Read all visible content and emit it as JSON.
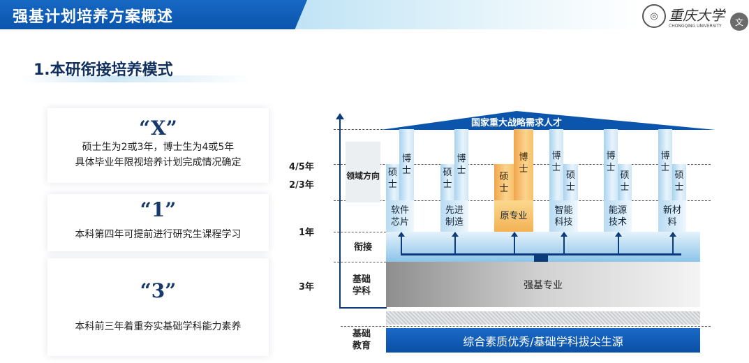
{
  "header": {
    "title": "强基计划培养方案概述",
    "logo_text": "重庆大学",
    "logo_en": "CHONGQING UNIVERSITY",
    "overlay_icon": "translate-icon",
    "overlay_glyph": "文"
  },
  "section_title": "1.本研衔接培养模式",
  "cards": [
    {
      "big": "“X”",
      "lines": [
        "硕士生为2或3年，博士生为4或5年",
        "具体毕业年限视培养计划完成情况确定"
      ]
    },
    {
      "big": "“1”",
      "lines": [
        "本科第四年可提前进行研究生课程学习"
      ]
    },
    {
      "big": "“3”",
      "lines": [
        "本科前三年着重夯实基础学科能力素养"
      ]
    }
  ],
  "diagram": {
    "roof": "国家重大战略需求人才",
    "years": [
      "4/5年",
      "2/3年",
      "1年",
      "3年"
    ],
    "row_labels": [
      "领域方向",
      "衔接",
      "基础学科",
      "基础教育"
    ],
    "master": "硕士",
    "doctor": "博士",
    "fields": [
      "软件芯片",
      "先进制造",
      "原专业",
      "智能科技",
      "能源技术",
      "新材料"
    ],
    "core": "强基专业",
    "base": "综合素质优秀/基础学科拔尖生源",
    "colors": {
      "blue": "#0b55ad",
      "highlight": "#f3b256"
    }
  }
}
